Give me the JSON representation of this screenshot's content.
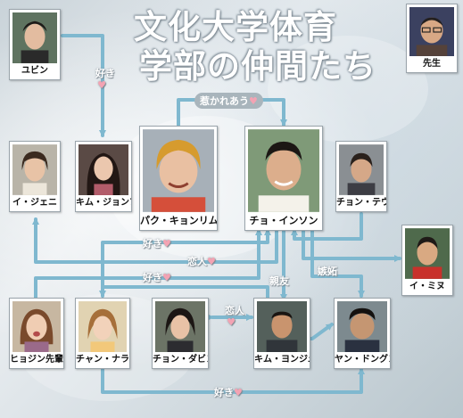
{
  "title": {
    "line1": "文化大学体育",
    "line2": "学部の仲間たち"
  },
  "characters": {
    "yubin": "ユビン",
    "sensei": "先生",
    "ijeni": "イ・ジェニ",
    "kimjonfa": "キム・ジョンファ",
    "pakukyonrimu": "パク・キョンリム",
    "choinson": "チョ・インソン",
    "chontefu": "チョン・テウ",
    "imizu": "イ・ミヌ",
    "hyojin": "ヒョジン先輩",
    "channara": "チャン・ナラ",
    "chondabin": "チョン・ダビン",
    "kimyonjun": "キム・ヨンジュン",
    "yandongun": "ヤン・ドングン"
  },
  "relations": {
    "suki1": "好き",
    "hikareau": "惹かれあう",
    "suki2": "好き",
    "koibito1": "恋人",
    "suki3": "好き",
    "shinyu": "親友",
    "shitto": "嫉妬",
    "koibito2": "恋人",
    "suki4": "好き"
  },
  "colors": {
    "arrow": "#7fb8cf",
    "heart": "#f3a3b3",
    "card_border": "#9aa4ab"
  }
}
